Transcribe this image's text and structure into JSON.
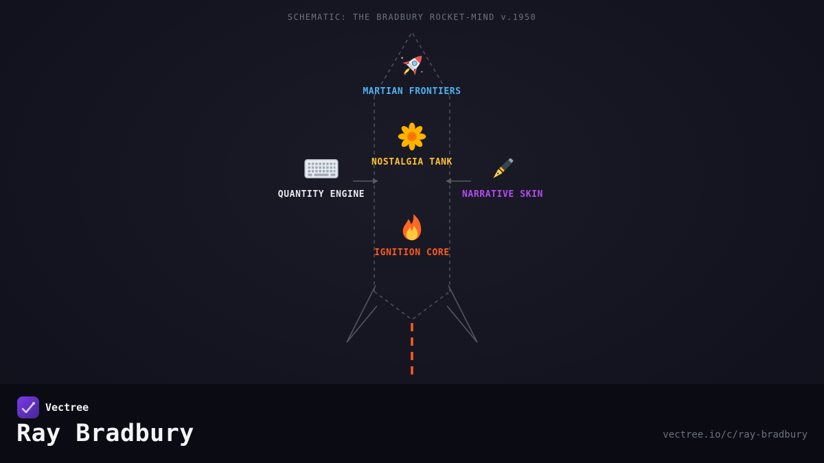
{
  "schematic": {
    "title": "SCHEMATIC: THE BRADBURY ROCKET-MIND v.1950",
    "nodes": [
      {
        "id": "martian-frontiers",
        "label": "MARTIAN FRONTIERS",
        "icon": "rocket-icon",
        "color": "#4FB3F0"
      },
      {
        "id": "nostalgia-tank",
        "label": "NOSTALGIA TANK",
        "icon": "flower-icon",
        "color": "#FFC12E"
      },
      {
        "id": "quantity-engine",
        "label": "QUANTITY ENGINE",
        "icon": "keyboard-icon",
        "color": "#E8E9ED"
      },
      {
        "id": "narrative-skin",
        "label": "NARRATIVE SKIN",
        "icon": "fountain-pen-icon",
        "color": "#B44BF0"
      },
      {
        "id": "ignition-core",
        "label": "IGNITION CORE",
        "icon": "fire-icon",
        "color": "#FF5A1F"
      }
    ],
    "outline_color": "#4E4E58",
    "exhaust_color": "#FF5A1F"
  },
  "footer": {
    "brand": "Vectree",
    "profile_name": "Ray Bradbury",
    "url": "vectree.io/c/ray-bradbury"
  }
}
